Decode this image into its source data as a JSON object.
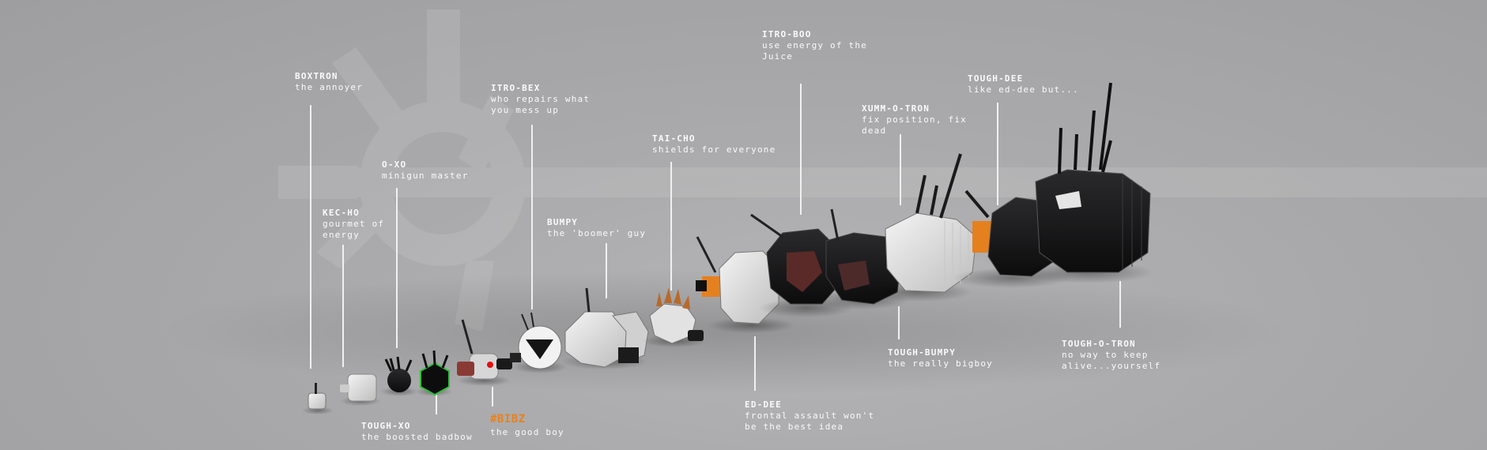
{
  "labels": [
    {
      "key": "boxtron",
      "name": "BOXTRON",
      "desc": "the annoyer"
    },
    {
      "key": "kecho",
      "name": "KEC-HO",
      "desc": "gourmet of energy"
    },
    {
      "key": "oxo",
      "name": "O-XO",
      "desc": "minigun master"
    },
    {
      "key": "toughxo",
      "name": "TOUGH-XO",
      "desc": "the boosted badbow"
    },
    {
      "key": "bibz",
      "name": "#BIBZ",
      "desc": "the good boy"
    },
    {
      "key": "itrobex",
      "name": "ITRO-BEX",
      "desc": "who repairs what you mess up"
    },
    {
      "key": "bumpy",
      "name": "BUMPY",
      "desc": "the 'boomer' guy"
    },
    {
      "key": "taicho",
      "name": "TAI-CHO",
      "desc": "shields for everyone"
    },
    {
      "key": "itroboo",
      "name": "ITRO-BOO",
      "desc": "use energy of the Juice"
    },
    {
      "key": "eddee",
      "name": "ED-DEE",
      "desc": "frontal assault won't be the best idea"
    },
    {
      "key": "xummotron",
      "name": "XUMM-O-TRON",
      "desc": "fix position, fix dead"
    },
    {
      "key": "toughbumpy",
      "name": "TOUGH-BUMPY",
      "desc": "the really bigboy"
    },
    {
      "key": "toughdee",
      "name": "TOUGH-DEE",
      "desc": "like ed-dee but..."
    },
    {
      "key": "toughotron",
      "name": "TOUGH-O-TRON",
      "desc": "no way to keep alive...yourself"
    }
  ],
  "colors": {
    "label": "#fafafa",
    "accent": "#e6821e",
    "line": "#f0f0f0"
  }
}
